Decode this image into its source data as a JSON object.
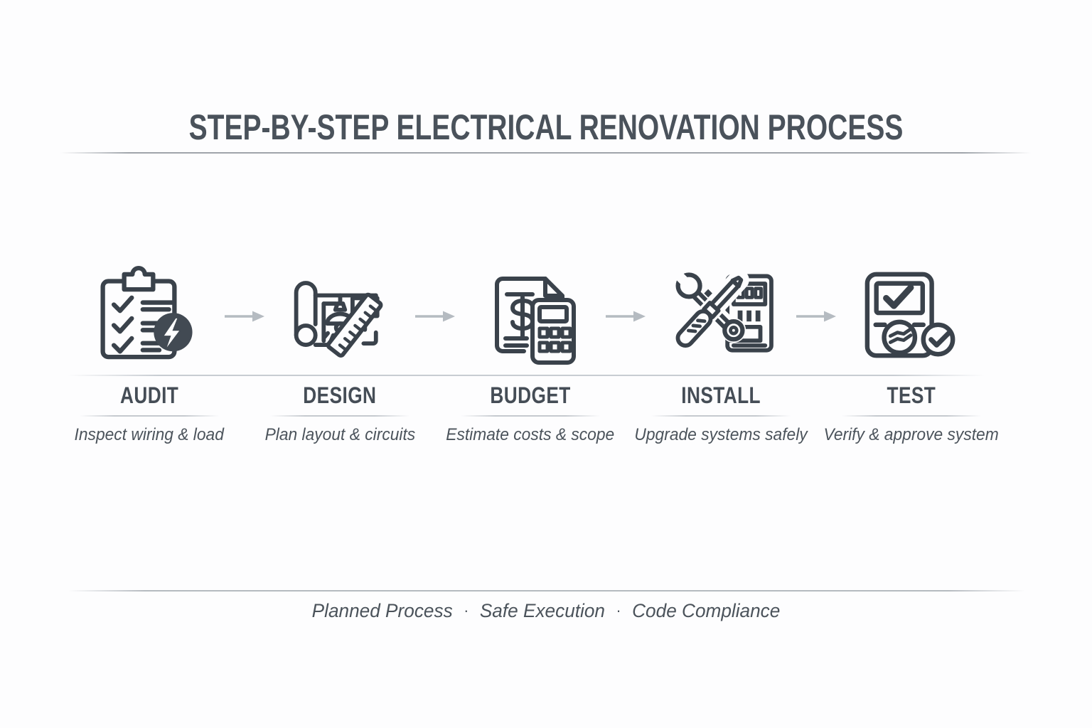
{
  "page": {
    "title": "STEP-BY-STEP ELECTRICAL RENOVATION PROCESS"
  },
  "steps": [
    {
      "label": "AUDIT",
      "description": "Inspect wiring & load",
      "icon": "clipboard-checklist-lightning-icon"
    },
    {
      "label": "DESIGN",
      "description": "Plan layout & circuits",
      "icon": "blueprint-lamp-ruler-icon"
    },
    {
      "label": "BUDGET",
      "description": "Estimate costs & scope",
      "icon": "invoice-calculator-icon"
    },
    {
      "label": "INSTALL",
      "description": "Upgrade systems safely",
      "icon": "wrench-screwdriver-panel-icon"
    },
    {
      "label": "TEST",
      "description": "Verify & approve system",
      "icon": "multimeter-check-icon"
    }
  ],
  "footer": {
    "items": [
      "Planned Process",
      "Safe Execution",
      "Code Compliance"
    ],
    "separator": "·"
  },
  "colors": {
    "background": "#fdfdfe",
    "icon_stroke": "#3a424b",
    "lightning_badge_fill": "#424a53",
    "title_text": "#4a525b",
    "label_text": "#454d56",
    "description_text": "#4b535b",
    "arrow": "#b5bbc1",
    "divider": "#b2b8bf"
  }
}
